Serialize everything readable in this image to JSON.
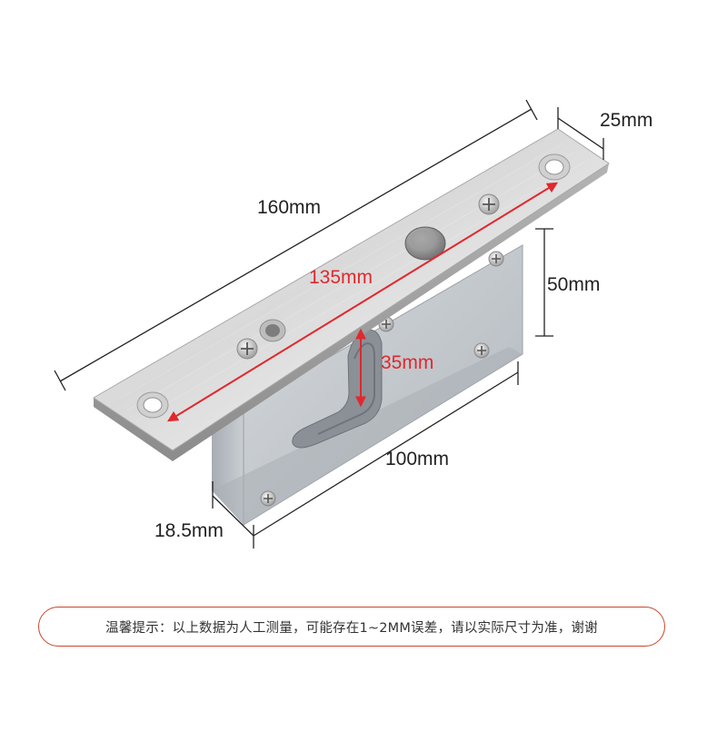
{
  "dimensions": {
    "length": "160mm",
    "width": "25mm",
    "height": "50mm",
    "hole_spacing": "135mm",
    "center_distance": "35mm",
    "body_length": "100mm",
    "thickness": "18.5mm"
  },
  "note": "温馨提示：以上数据为人工测量，可能存在1~2MM误差，请以实际尺寸为准，谢谢",
  "colors": {
    "accent_red": "#e0282e",
    "note_border": "#c8462c",
    "dimension_line": "#222222"
  }
}
